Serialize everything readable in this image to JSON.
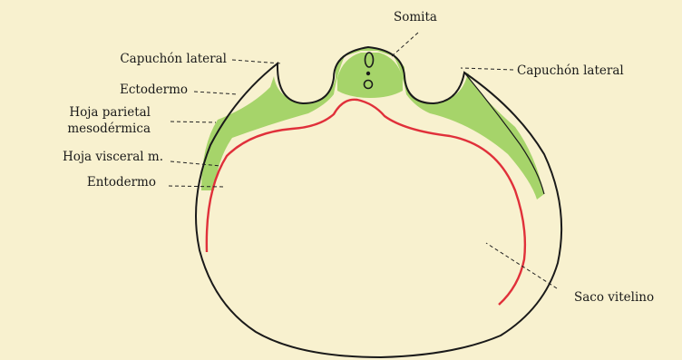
{
  "labels": {
    "somite": "Somita",
    "lateral_hood_left": "Capuchón lateral",
    "lateral_hood_right": "Capuchón lateral",
    "ectoderm": "Ectodermo",
    "parietal_layer_line1": "Hoja parietal",
    "parietal_layer_line2": "mesodérmica",
    "visceral_layer": "Hoja visceral m.",
    "endoderm": "Entodermo",
    "yolk_sac": "Saco vitelino"
  },
  "colors": {
    "background": "#f8f1cf",
    "outline": "#1a1a1a",
    "mesoderm": "#a6d46a",
    "endoderm": "#e0303a"
  }
}
